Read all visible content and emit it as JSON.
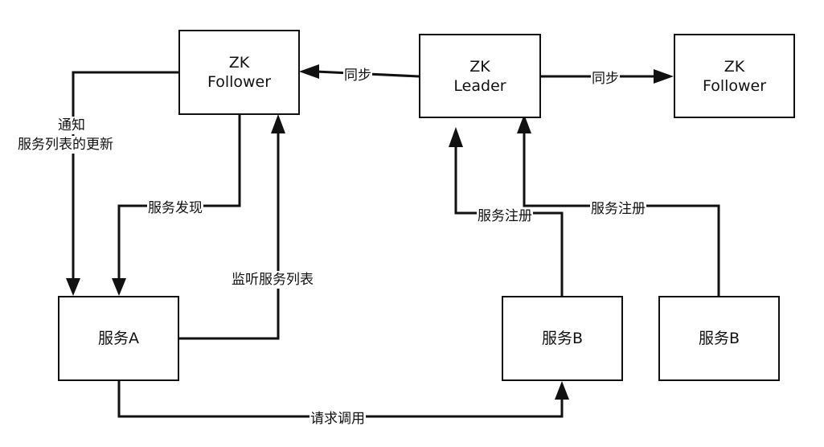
{
  "nodes": {
    "follower_left": {
      "line1": "ZK",
      "line2": "Follower"
    },
    "leader": {
      "line1": "ZK",
      "line2": "Leader"
    },
    "follower_right": {
      "line1": "ZK",
      "line2": "Follower"
    },
    "service_a": {
      "label": "服务A"
    },
    "service_b1": {
      "label": "服务B"
    },
    "service_b2": {
      "label": "服务B"
    }
  },
  "edges": {
    "sync_left": "同步",
    "sync_right": "同步",
    "notify_line1": "通知",
    "notify_line2": "服务列表的更新",
    "discovery": "服务发现",
    "listen": "监听服务列表",
    "register_1": "服务注册",
    "register_2": "服务注册",
    "call": "请求调用"
  }
}
